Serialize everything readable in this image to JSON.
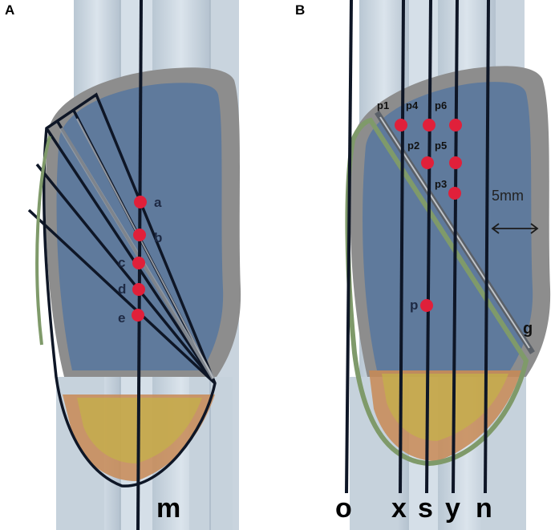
{
  "panels": {
    "A": {
      "label": "A",
      "points": [
        {
          "id": "a",
          "label": "a"
        },
        {
          "id": "b",
          "label": "b"
        },
        {
          "id": "c",
          "label": "c"
        },
        {
          "id": "d",
          "label": "d"
        },
        {
          "id": "e",
          "label": "e"
        }
      ],
      "line_label": "m"
    },
    "B": {
      "label": "B",
      "points": [
        {
          "id": "p1",
          "label": "p1"
        },
        {
          "id": "p4",
          "label": "p4"
        },
        {
          "id": "p6",
          "label": "p6"
        },
        {
          "id": "p2",
          "label": "p2"
        },
        {
          "id": "p5",
          "label": "p5"
        },
        {
          "id": "p3",
          "label": "p3"
        },
        {
          "id": "p",
          "label": "p"
        }
      ],
      "line_labels": [
        "o",
        "x",
        "s",
        "y",
        "n"
      ],
      "scale_text": "5mm",
      "cut_label": "g"
    }
  },
  "colors": {
    "marker": "#e0203a",
    "bone_blue": "#5f7a9c",
    "cortex_gray": "#8c8c8c",
    "ligament_light": "#c8d4de",
    "growth_orange": "#c88a55",
    "growth_yellow": "#c4b04a",
    "graft_green": "#7f9a6a",
    "line_dark": "#0e1626"
  }
}
